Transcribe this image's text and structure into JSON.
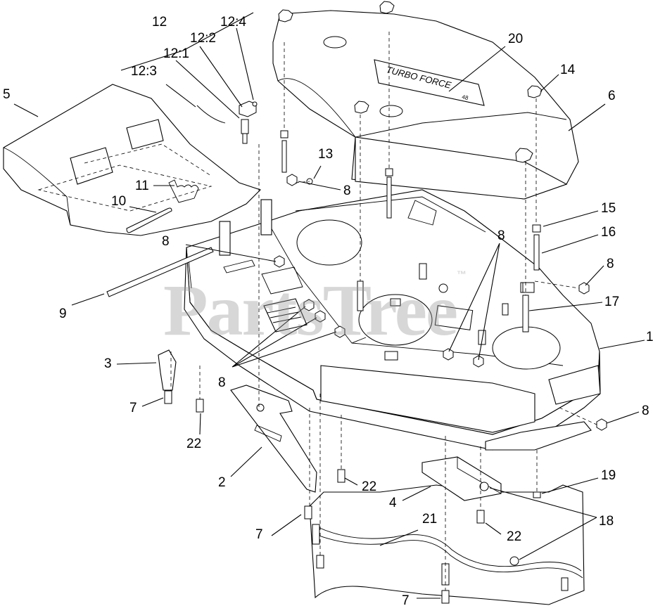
{
  "watermark": {
    "text": "PartsTree",
    "mark": "™"
  },
  "callouts": {
    "c1": "1",
    "c2": "2",
    "c3": "3",
    "c4": "4",
    "c5": "5",
    "c6": "6",
    "c7a": "7",
    "c7b": "7",
    "c7c": "7",
    "c8a": "8",
    "c8b": "8",
    "c8c": "8",
    "c8d": "8",
    "c8e": "8",
    "c8f": "8",
    "c9": "9",
    "c10": "10",
    "c11": "11",
    "c12": "12",
    "c12_1": "12:1",
    "c12_2": "12:2",
    "c12_3": "12:3",
    "c12_4": "12:4",
    "c13": "13",
    "c14": "14",
    "c15": "15",
    "c16": "16",
    "c17": "17",
    "c18": "18",
    "c19": "19",
    "c20": "20",
    "c21": "21",
    "c22a": "22",
    "c22b": "22",
    "c22c": "22"
  },
  "decal": {
    "text": "TURBO FORCE",
    "sub": "48"
  }
}
